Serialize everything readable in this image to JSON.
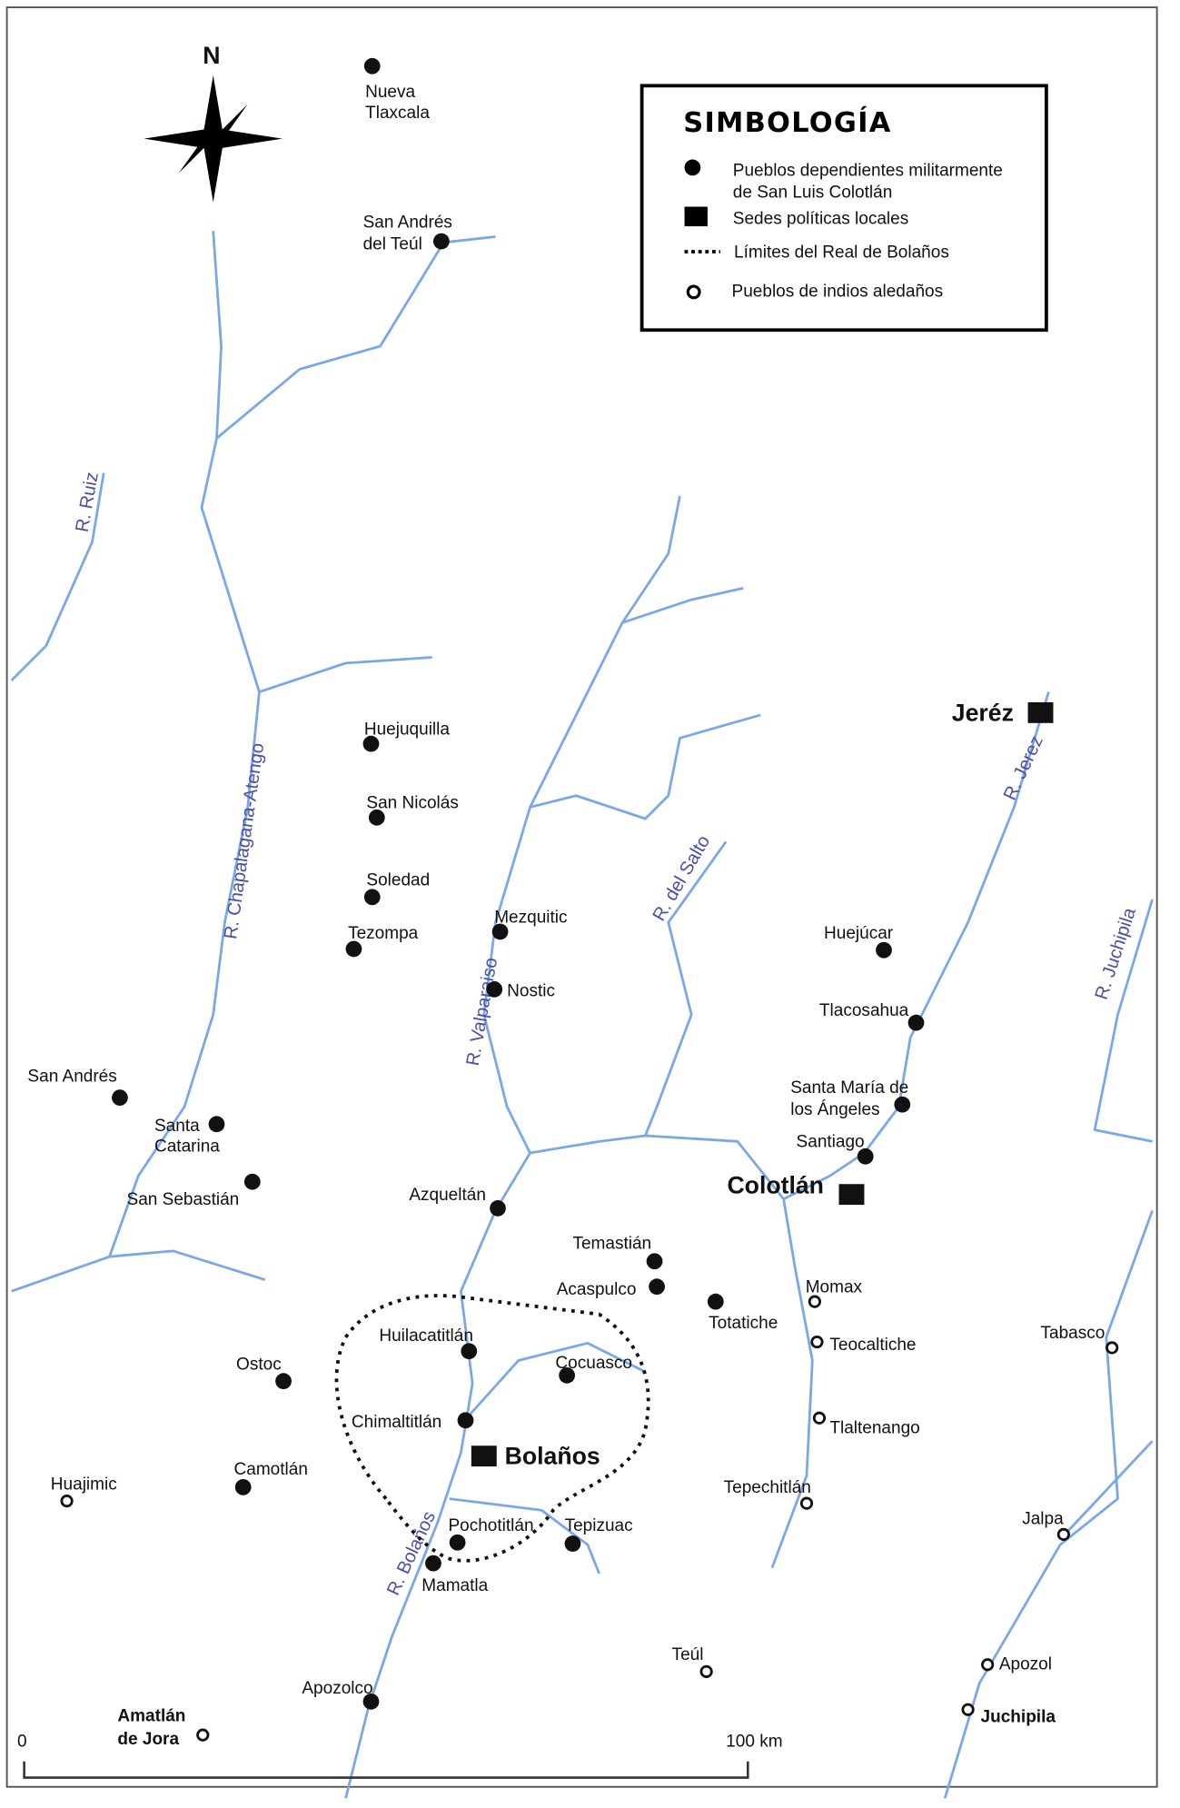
{
  "compass": {
    "label": "N"
  },
  "legend": {
    "title": "SIMBOLOGÍA",
    "items": [
      {
        "symbol": "filled-circle",
        "label_line1": "Pueblos dependientes militarmente",
        "label_line2": "de San Luis Colotlán"
      },
      {
        "symbol": "filled-square",
        "label": "Sedes políticas locales"
      },
      {
        "symbol": "dotted-line",
        "label": "Límites del Real de Bolaños"
      },
      {
        "symbol": "hollow-circle",
        "label": "Pueblos de indios aledaños"
      }
    ]
  },
  "rivers": [
    "R. Ruiz",
    "R. Chapalagana-Atengo",
    "R. Valparaiso",
    "R. del Salto",
    "R. Jerez",
    "R. Juchipila",
    "R. Bolaños"
  ],
  "military_towns": [
    "Nueva",
    "Tlaxcala",
    "San Andrés",
    "del Teúl",
    "Huejuquilla",
    "San Nicolás",
    "Soledad",
    "Tezompa",
    "Mezquitic",
    "Nostic",
    "San Andrés",
    "Santa",
    "Catarina",
    "San Sebastián",
    "Azqueltán",
    "Huejúcar",
    "Tlacosahua",
    "Santa María de",
    "los Ángeles",
    "Santiago",
    "Temastián",
    "Acaspulco",
    "Totatiche",
    "Huilacatitlán",
    "Cocuasco",
    "Chimaltitlán",
    "Ostoc",
    "Camotlán",
    "Pochotitlán",
    "Tepizuac",
    "Mamatla",
    "Apozolco"
  ],
  "political_seats": [
    "Jeréz",
    "Colotlán",
    "Bolaños"
  ],
  "indian_towns": [
    "Momax",
    "Teocaltiche",
    "Tlaltenango",
    "Tepechitlán",
    "Tabasco",
    "Jalpa",
    "Apozol",
    "Juchipila",
    "Teúl",
    "Huajimic",
    "Amatlán",
    "de Jora"
  ],
  "scale": {
    "start": "0",
    "end": "100 km"
  },
  "colors": {
    "river": "#7aa7e8",
    "river_label": "#4a4fa8",
    "marker": "#111111"
  }
}
